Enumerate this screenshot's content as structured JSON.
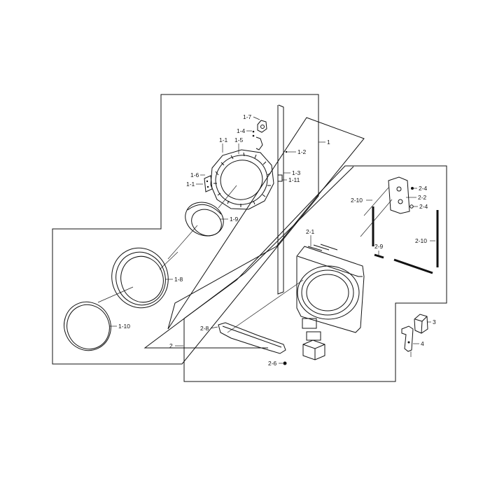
{
  "callouts": {
    "c1": "1",
    "c1_1": "1-1",
    "c1_1b": "1-1",
    "c1_2": "1-2",
    "c1_3": "1-3",
    "c1_4": "1-4",
    "c1_5": "1-5",
    "c1_6": "1-6",
    "c1_7": "1-7",
    "c1_8": "1-8",
    "c1_9": "1-9",
    "c1_10": "1-10",
    "c1_11": "1-11",
    "c2": "2",
    "c2_1": "2-1",
    "c2_2": "2-2",
    "c2_4a": "2-4",
    "c2_4b": "2-4",
    "c2_6": "2-6",
    "c2_8": "2-8",
    "c2_9": "2-9",
    "c2_10a": "2-10",
    "c2_10b": "2-10",
    "c3": "3",
    "c4": "4"
  }
}
